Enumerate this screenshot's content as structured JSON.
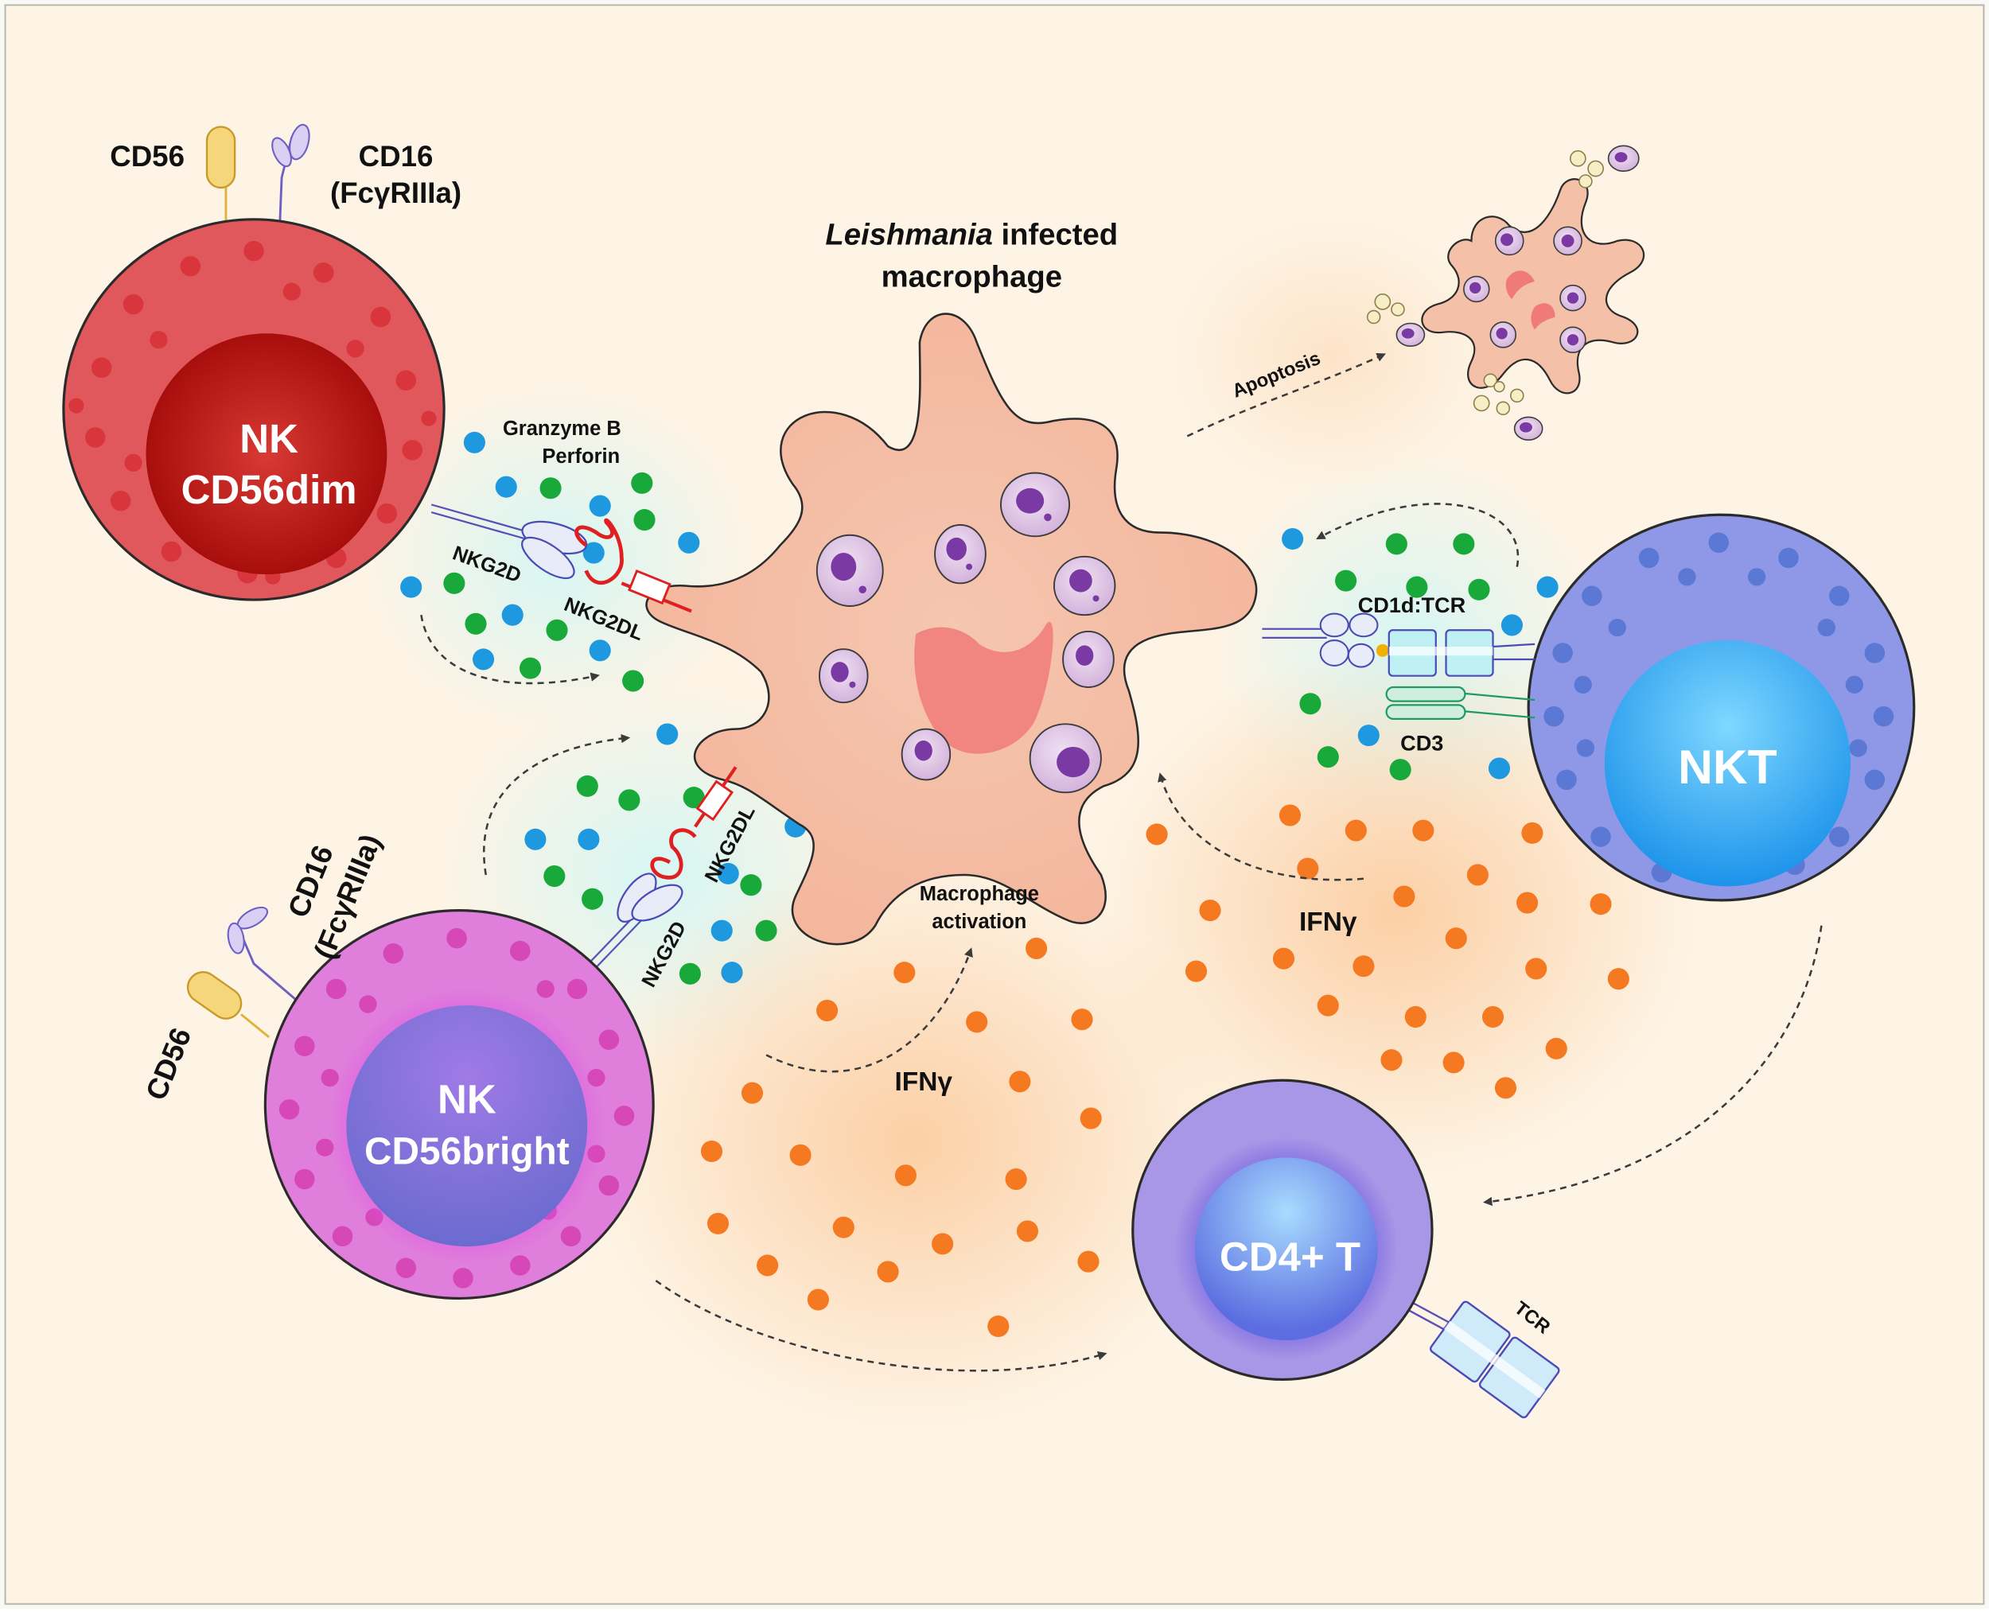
{
  "labels": {
    "macrophage_title_italic": "Leishmania",
    "macrophage_title_rest": " infected",
    "macrophage_title_line2": "macrophage",
    "apoptosis": "Apoptosis",
    "granzyme": "Granzyme B",
    "perforin": "Perforin",
    "nkg2d": "NKG2D",
    "nkg2dl": "NKG2DL",
    "cd56": "CD56",
    "cd16": "CD16",
    "fcgr": "(FcγRIIIa)",
    "cd1d_tcr": "CD1d:TCR",
    "cd3": "CD3",
    "ifng": "IFNγ",
    "macrophage_activation_l1": "Macrophage",
    "macrophage_activation_l2": "activation",
    "tcr": "TCR"
  },
  "cells": {
    "nk_dim": {
      "line1": "NK",
      "line2": "CD56dim"
    },
    "nk_bright": {
      "line1": "NK",
      "line2": "CD56bright"
    },
    "nkt": {
      "line1": "NKT"
    },
    "cd4": {
      "line1": "CD4+ T"
    }
  },
  "colors": {
    "background": "#fdf4e5",
    "nk_dim": "#e0585c",
    "nk_dim_nucleus": "#b3140f",
    "nk_bright": "#df7fdb",
    "nk_bright_nucleus": "#8e6ed8",
    "nkt": "#8e98e6",
    "nkt_nucleus": "#37a9f0",
    "cd4": "#a896e6",
    "cd4_nucleus": "#8ac4f4",
    "macrophage": "#f6bfa5",
    "granzyme_dot": "#19a83a",
    "perforin_dot": "#1e98df",
    "ifng_dot": "#f47920",
    "parasite": "#7b3aa3",
    "receptor_cd56": "#f6d67a",
    "receptor_cd16": "#d9d0f4",
    "nkg2dl": "#e02020"
  }
}
